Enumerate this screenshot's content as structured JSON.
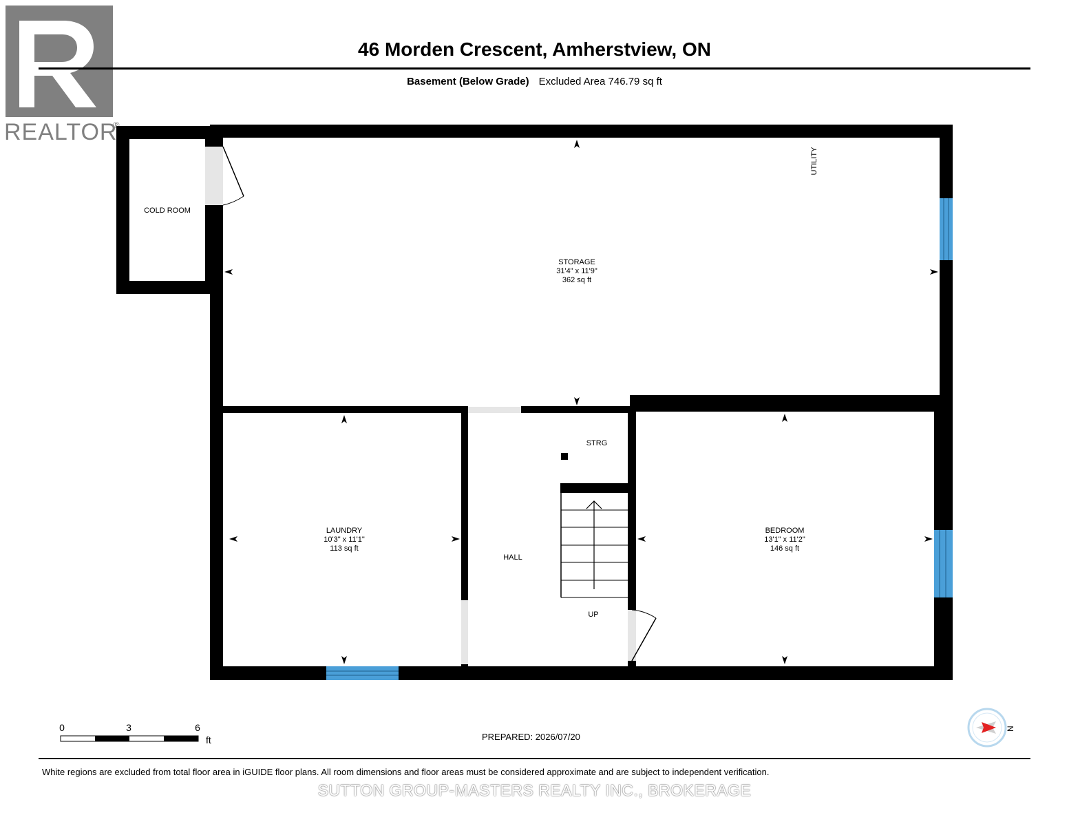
{
  "header": {
    "title": "46 Morden Crescent, Amherstview, ON",
    "level_name": "Basement (Below Grade)",
    "excluded_area": "Excluded Area 746.79 sq ft"
  },
  "logo": {
    "text": "REALTOR",
    "mark": "®",
    "color": "#808080"
  },
  "rooms": {
    "cold_room": {
      "name": "COLD ROOM"
    },
    "storage": {
      "name": "STORAGE",
      "dims": "31'4\" x 11'9\"",
      "area": "362 sq ft"
    },
    "utility": {
      "name": "UTILITY"
    },
    "strg": {
      "name": "STRG"
    },
    "laundry": {
      "name": "LAUNDRY",
      "dims": "10'3\" x 11'1\"",
      "area": "113 sq ft"
    },
    "hall": {
      "name": "HALL"
    },
    "bedroom": {
      "name": "BEDROOM",
      "dims": "13'1\" x 11'2\"",
      "area": "146 sq ft"
    },
    "stairs": {
      "label": "UP"
    }
  },
  "scale_bar": {
    "ticks": [
      "0",
      "3",
      "6"
    ],
    "unit": "ft"
  },
  "prepared": "PREPARED: 2026/07/20",
  "compass": {
    "label": "N",
    "arrow_color": "#e32222"
  },
  "disclaimer": "White regions are excluded from total floor area in iGUIDE floor plans. All room dimensions and floor areas must be considered approximate and are subject to independent verification.",
  "watermark": "SUTTON GROUP-MASTERS REALTY INC., BROKERAGE",
  "colors": {
    "wall": "#000000",
    "window": "#4a9fd8",
    "door_opening": "#e6e6e6"
  }
}
